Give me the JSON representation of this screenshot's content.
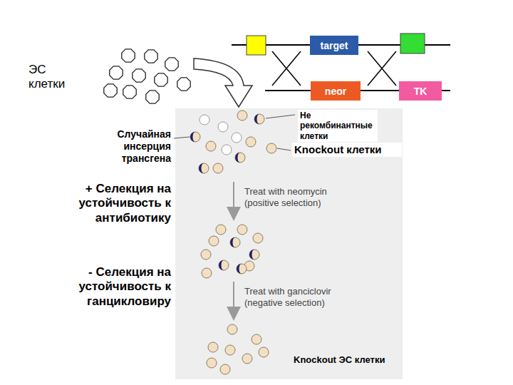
{
  "diagram": {
    "nodes": [
      {
        "text": [
          "target"
        ]
      },
      {
        "text": [
          "neor"
        ]
      },
      {
        "text": [
          "TK"
        ]
      }
    ],
    "labels": [
      "ЭС клетки",
      "Не рекомбинантные клетки",
      "Случайная инсерция трансгена",
      "Knockout клетки",
      "+ Селекция на устойчивость к антибиотику",
      "Treat with neomycin (positive selection)",
      "- Селекция на устойчивость к ганцикловиру",
      "Treat with ganciclovir (negative selection)",
      "Knockout ЭС клетки"
    ]
  }
}
